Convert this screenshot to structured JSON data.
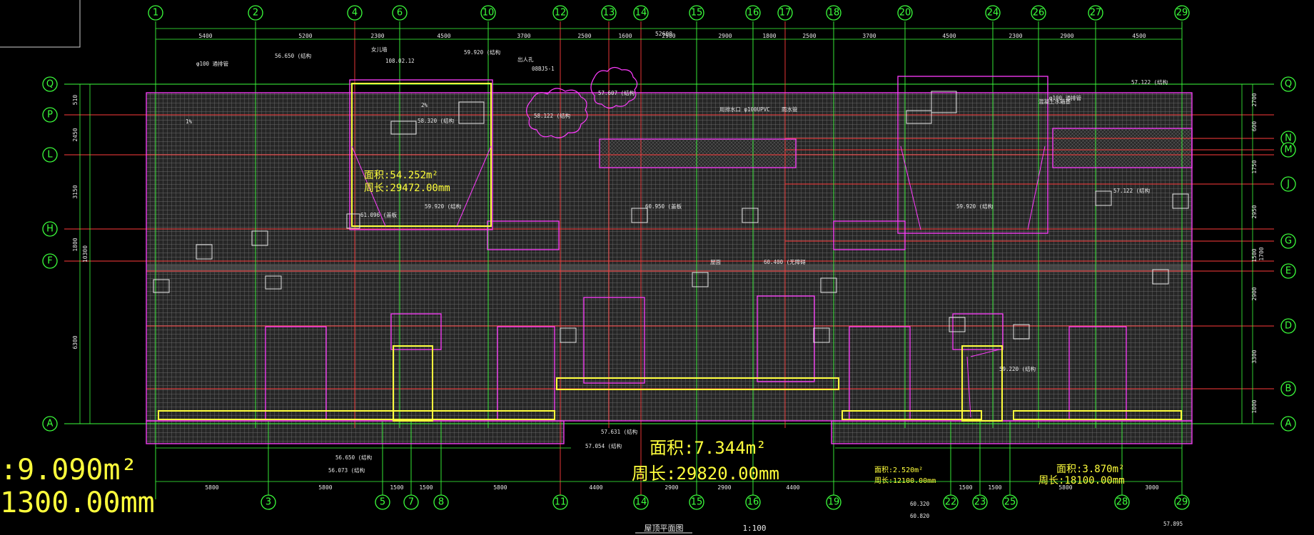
{
  "drawing": {
    "title": "屋顶平面图",
    "scale": "1:100",
    "overall_dim": "52600"
  },
  "axes_top": [
    "1",
    "2",
    "4",
    "6",
    "10",
    "12",
    "13",
    "14",
    "15",
    "16",
    "17",
    "18",
    "20",
    "24",
    "26",
    "27",
    "29"
  ],
  "axes_bottom": [
    "3",
    "5",
    "7",
    "8",
    "11",
    "14",
    "15",
    "16",
    "19",
    "22",
    "23",
    "25",
    "28",
    "29"
  ],
  "axes_left": [
    "Q",
    "P",
    "L",
    "H",
    "F",
    "A"
  ],
  "axes_right": [
    "Q",
    "N",
    "M",
    "J",
    "G",
    "E",
    "D",
    "B",
    "A"
  ],
  "top_dims": [
    "5400",
    "5200",
    "2300",
    "4500",
    "3700",
    "2500",
    "1600",
    "2900",
    "2900",
    "1800",
    "2500",
    "3700",
    "4500",
    "2300",
    "2900",
    "4500"
  ],
  "bottom_dims": [
    "5800",
    "5800",
    "1500",
    "1500",
    "5800",
    "4400",
    "2900",
    "2900",
    "4400",
    "1500",
    "1500",
    "5800",
    "3000"
  ],
  "right_dims": [
    "2700",
    "600",
    "1750",
    "2950",
    "1500",
    "2900",
    "3300",
    "1000",
    "1700"
  ],
  "left_dims": [
    "510",
    "2450",
    "3150",
    "1800",
    "6300",
    "10300"
  ],
  "measurements": {
    "center": {
      "area": "面积:7.344m²",
      "perimeter": "周长:29820.00mm"
    },
    "upper_left": {
      "area": "面积:54.252m²",
      "perimeter": "周长:29472.00mm"
    },
    "left_edge": {
      "area": ":9.090m²",
      "perimeter": "1300.00mm"
    },
    "right_small": {
      "area": "面积:3.870m²",
      "perimeter": "周长:18100.00mm"
    },
    "mid_small": {
      "area": "面积:2.520m²",
      "perimeter": "周长:12100.00mm"
    }
  },
  "annotations": [
    {
      "id": "a1",
      "text": "φ100 通排管"
    },
    {
      "id": "a2",
      "text": "56.650 (结构"
    },
    {
      "id": "a3",
      "text": "59.920 (结构"
    },
    {
      "id": "a4",
      "text": "出人孔"
    },
    {
      "id": "a5",
      "text": "08BJ5-1"
    },
    {
      "id": "a6",
      "text": "58.320 (结构"
    },
    {
      "id": "a7",
      "text": "59.920 (结构"
    },
    {
      "id": "a8",
      "text": "61.096 (盖板"
    },
    {
      "id": "a9",
      "text": "58.122 (结构"
    },
    {
      "id": "a10",
      "text": "57.607 (结构"
    },
    {
      "id": "a11",
      "text": "用排水口 φ100UPVC"
    },
    {
      "id": "a12",
      "text": "雨水管"
    },
    {
      "id": "a13",
      "text": "60.950 (盖板"
    },
    {
      "id": "a14",
      "text": "57.122 (结构"
    },
    {
      "id": "a15",
      "text": "混凝土水箱基"
    },
    {
      "id": "a16",
      "text": "59.920 (结构"
    },
    {
      "id": "a17",
      "text": "1%"
    },
    {
      "id": "a18",
      "text": "2%"
    },
    {
      "id": "a19",
      "text": "屋面"
    },
    {
      "id": "a20",
      "text": "60.400 (无障碍"
    },
    {
      "id": "a21",
      "text": "59.220 (结构"
    },
    {
      "id": "a22",
      "text": "57.631 (结构"
    },
    {
      "id": "a23",
      "text": "57.054 (结构"
    },
    {
      "id": "a24",
      "text": "56.650 (结构"
    },
    {
      "id": "a25",
      "text": "56.073 (结构"
    },
    {
      "id": "a26",
      "text": "60.320"
    },
    {
      "id": "a27",
      "text": "60.820"
    },
    {
      "id": "a28",
      "text": "57.895"
    },
    {
      "id": "a29",
      "text": "108.02.12"
    },
    {
      "id": "a30",
      "text": "女儿墙"
    },
    {
      "id": "a31",
      "text": "φ100 通排管"
    },
    {
      "id": "a32",
      "text": "57.122 (结构"
    }
  ],
  "colors": {
    "background": "#000000",
    "grid_green": "#3cff3c",
    "grid_red": "#ff3c3c",
    "wall_magenta": "#ff3cff",
    "highlight_yellow": "#ffff3c",
    "hatch": "#8a8a8a",
    "text": "#e8e8e8"
  }
}
